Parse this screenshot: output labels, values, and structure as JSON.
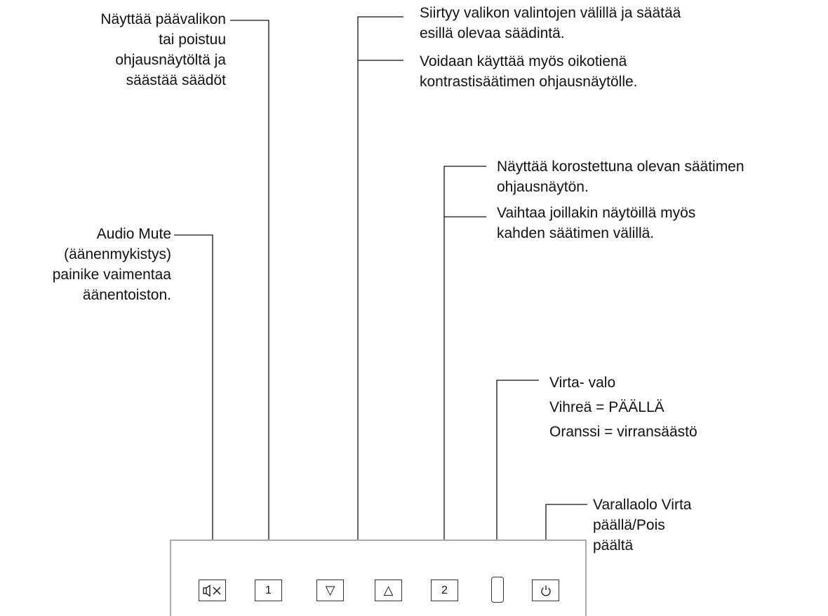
{
  "callouts": {
    "menu_button": [
      "Näyttää päävalikon",
      "tai poistuu",
      "ohjausnäytöltä ja",
      "säästää säädöt"
    ],
    "audio_mute": [
      "Audio Mute",
      "(äänenmykistys)",
      "painike vaimentaa",
      "äänentoiston."
    ],
    "arrows_navigate": [
      "Siirtyy valikon valintojen välillä ja säätää",
      "esillä olevaa säädintä."
    ],
    "arrows_shortcut": [
      "Voidaan käyttää myös oikotienä",
      "kontrastisäätimen ohjausnäytölle."
    ],
    "button2_show": [
      "Näyttää korostettuna olevan säätimen",
      "ohjausnäytön."
    ],
    "button2_switch": [
      "Vaihtaa joillakin näytöillä myös",
      "kahden säätimen välillä."
    ],
    "power_led": [
      "Virta- valo",
      "Vihreä = PÄÄLLÄ",
      "Oranssi = virransäästö"
    ],
    "standby": [
      "Varallaolo Virta",
      "päällä/Pois",
      "päältä"
    ]
  },
  "buttons": {
    "mute_icon": "mute-speaker-icon",
    "one": "1",
    "down_icon": "▽",
    "up_icon": "△",
    "two": "2",
    "power_icon": "power-icon"
  },
  "colors": {
    "line": "#111111",
    "panel_border": "#aaaaaa",
    "button_border": "#333333"
  }
}
